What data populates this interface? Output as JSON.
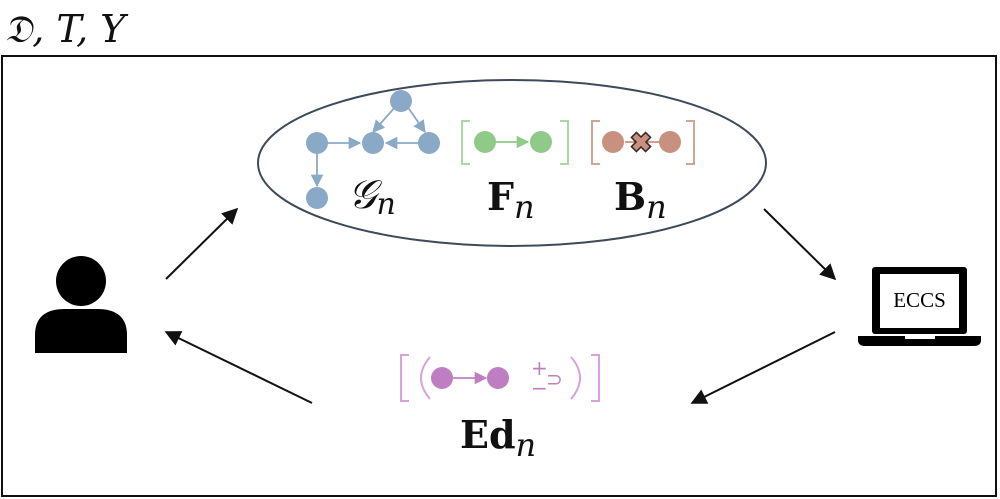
{
  "header": {
    "label": "𝔇, T, Y"
  },
  "colors": {
    "graph": "#8aa9c7",
    "forward": "#8fca88",
    "forward_bracket": "#a9d9a3",
    "backward": "#c8907e",
    "backward_bracket": "#d2a494",
    "edit": "#bf7ec2",
    "edit_bracket": "#d9a2da",
    "border": "#111111"
  },
  "graph_node": {
    "label_main": "𝒢",
    "label_sub": "n"
  },
  "forward_node": {
    "label_main": "F",
    "label_sub": "n"
  },
  "backward_node": {
    "label_main": "B",
    "label_sub": "n"
  },
  "edit_node": {
    "label_main": "Ed",
    "label_sub": "n",
    "glyph_plus": "+",
    "glyph_minus": "−",
    "glyph_cycle": "⊃"
  },
  "laptop": {
    "screen_text": "ECCS"
  },
  "icons": {
    "user": "user-icon",
    "laptop": "laptop-icon",
    "cross": "cross-icon"
  }
}
